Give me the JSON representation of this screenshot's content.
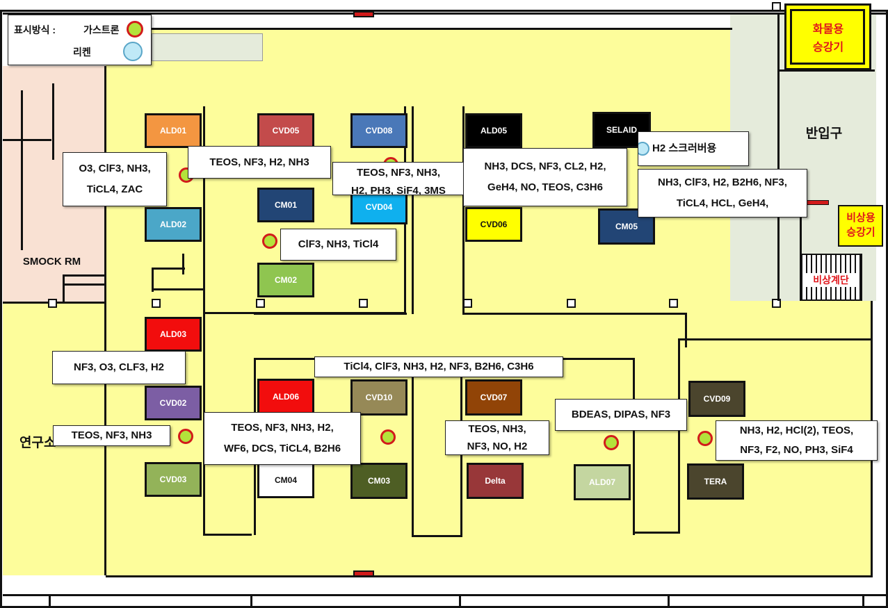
{
  "legend": {
    "prefix": "표시방식 :",
    "gas_label": "가스트론",
    "riken_label": "리켄"
  },
  "rooms": {
    "freight_elevator": "화물용\n승강기",
    "loading_dock": "반입구",
    "emergency_elevator": "비상용\n승강기",
    "emergency_stairs": "비상계단",
    "smock_room": "SMOCK RM",
    "research_room": "연구소"
  },
  "equipment": {
    "ald01": "ALD01",
    "ald02": "ALD02",
    "ald03": "ALD03",
    "ald05": "ALD05",
    "ald06": "ALD06",
    "ald07": "ALD07",
    "cvd02": "CVD02",
    "cvd03": "CVD03",
    "cvd04": "CVD04",
    "cvd05": "CVD05",
    "cvd06": "CVD06",
    "cvd07": "CVD07",
    "cvd08": "CVD08",
    "cvd09": "CVD09",
    "cvd10": "CVD10",
    "cm01": "CM01",
    "cm02": "CM02",
    "cm03": "CM03",
    "cm04": "CM04",
    "cm05": "CM05",
    "selaid": "SELAID",
    "delta": "Delta",
    "tera": "TERA"
  },
  "gas_labels": {
    "g1": "O3, ClF3, NH3,\nTiCL4, ZAC",
    "g2": "TEOS, NF3, H2, NH3",
    "g3": "TEOS, NF3, NH3,\nH2, PH3, SiF4, 3MS",
    "g4": "NH3, DCS, NF3, CL2, H2,\nGeH4, NO, TEOS, C3H6",
    "g5": "H2 스크러버용",
    "g6": "NH3, ClF3, H2, B2H6, NF3,\nTiCL4, HCL, GeH4,",
    "g7": "ClF3, NH3, TiCl4",
    "g8": "NF3, O3, CLF3, H2",
    "g9": "TiCl4, ClF3, NH3, H2, NF3, B2H6, C3H6",
    "g10": "TEOS, NF3, NH3",
    "g11": "TEOS, NF3, NH3, H2,\nWF6, DCS, TiCL4, B2H6",
    "g12": "TEOS, NH3,\nNF3, NO, H2",
    "g13": "BDEAS, DIPAS, NF3",
    "g14": "NH3, H2, HCl(2), TEOS,\nNF3, F2, NO, PH3, SiF4"
  },
  "colors": {
    "floor": "#fdfd9b",
    "smock": "#f9e1d3",
    "loading": "#e5ebdb",
    "elevator": "#ffff00",
    "gastron_fill": "#b3e23b",
    "gastron_ring": "#d21b1b",
    "riken_fill": "#bfe9f7"
  }
}
